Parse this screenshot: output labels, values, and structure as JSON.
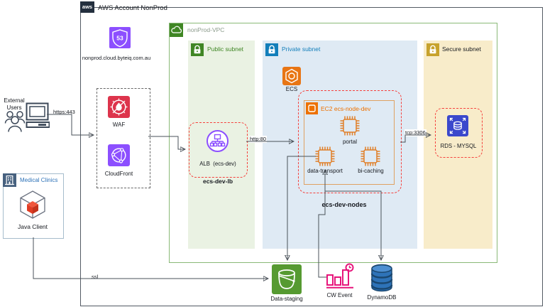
{
  "account": {
    "logo_text": "aws",
    "title": "AWS Account NonProd"
  },
  "dns": {
    "name": "nonprod.cloud.byteiq.com.au",
    "shield_number": "53"
  },
  "external_users": {
    "label": "External Users"
  },
  "medical_clinics": {
    "title": "Medical Clinics",
    "client_label": "Java Client"
  },
  "edge_stack": {
    "waf_label": "WAF",
    "cloudfront_label": "CloudFront"
  },
  "vpc": {
    "label": "nonProd-VPC"
  },
  "public_subnet": {
    "label": "Public subnet",
    "alb_label": "ALB  (ecs-dev)",
    "lb_title": "ecs-dev-lb"
  },
  "private_subnet": {
    "label": "Private subnet",
    "ecs_label": "ECS",
    "ec2_box_title": "EC2 ecs-node-dev",
    "services": [
      "portal",
      "data-transport",
      "bi-caching"
    ],
    "nodes_title": "ecs-dev-nodes"
  },
  "secure_subnet": {
    "label": "Secure subnet",
    "rds_label": "RDS - MYSQL"
  },
  "datastores": {
    "staging_label": "Data-staging",
    "cw_label": "CW Event",
    "dynamo_label": "DynamoDB"
  },
  "links": {
    "https": "https:443",
    "http": "http:80",
    "tcp": "tcp:3306",
    "ssl": "ssl"
  },
  "colors": {
    "route53_purple": "#8C4FFF",
    "waf_red": "#DD344C",
    "cloudfront_purple": "#8C4FFF",
    "alb_purple": "#8C4FFF",
    "ecs_orange": "#ED7100",
    "ec2_orange": "#ED7100",
    "rds_blue": "#3B48CC",
    "staging_green": "#569A31",
    "cw_pink": "#E7157B",
    "dynamo_blue": "#2E73B8",
    "dashed_red": "#F5413D",
    "vpc_green": "#3F8624",
    "private_blue": "#127EBA",
    "secure_gold": "#C7A22C",
    "public_fill": "#EAF2E3",
    "private_fill": "#DFEAF4",
    "secure_fill": "#F8ECCA"
  }
}
